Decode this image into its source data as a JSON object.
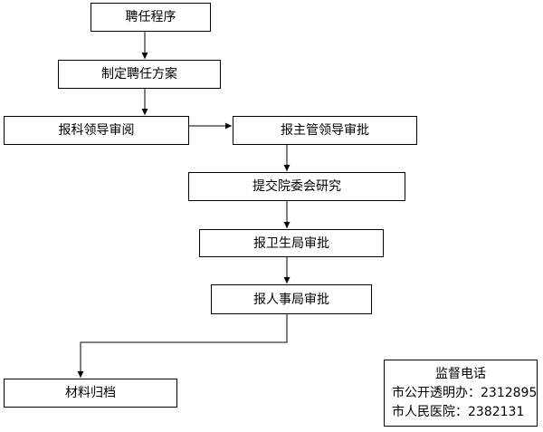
{
  "flowchart": {
    "nodes": {
      "recruitment_procedure": "聘任程序",
      "draft_plan": "制定聘任方案",
      "report_department_leader": "报科领导审阅",
      "report_supervisor_leader": "报主管领导审批",
      "submit_committee": "提交院委会研究",
      "report_health_bureau": "报卫生局审批",
      "report_personnel_bureau": "报人事局审批",
      "file_materials": "材料归档"
    },
    "edges": [
      [
        "recruitment_procedure",
        "draft_plan"
      ],
      [
        "draft_plan",
        "report_department_leader"
      ],
      [
        "report_department_leader",
        "report_supervisor_leader"
      ],
      [
        "report_supervisor_leader",
        "submit_committee"
      ],
      [
        "submit_committee",
        "report_health_bureau"
      ],
      [
        "report_health_bureau",
        "report_personnel_bureau"
      ],
      [
        "report_personnel_bureau",
        "file_materials"
      ]
    ]
  },
  "hotline": {
    "title": "监督电话",
    "entries": [
      {
        "label": "市公开透明办：",
        "number": "2312895"
      },
      {
        "label": "市人民医院：",
        "number": "2382131"
      }
    ]
  }
}
